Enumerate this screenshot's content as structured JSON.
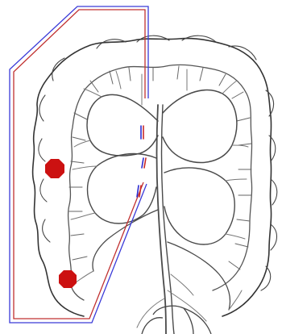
{
  "colors": {
    "background": "#ffffff",
    "colon_outline": "#333333",
    "colon_inner": "#555555",
    "vessel": "#4a4a4a",
    "vessel_light": "#777777",
    "wire_blue": "#3a3ad8",
    "wire_red": "#c03030",
    "marker": "#cc1111",
    "clip_blue": "#2b2bd0",
    "clip_red": "#c82828"
  },
  "markers": [
    {
      "name": "marker-upper",
      "shape": "octagon"
    },
    {
      "name": "marker-lower",
      "shape": "octagon"
    }
  ]
}
